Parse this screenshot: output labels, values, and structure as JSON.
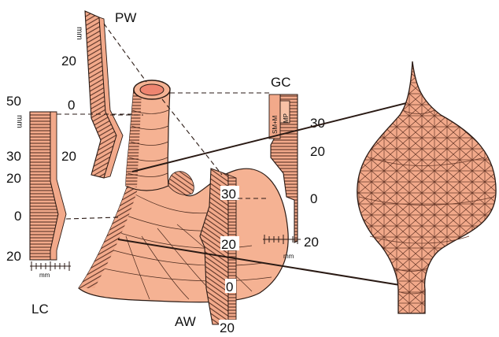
{
  "colors": {
    "tissue": "#f2a98a",
    "tissue_light": "#f7c2a6",
    "lumen": "#ee8570",
    "ink": "#2a1a14",
    "hatch": "#5a3326"
  },
  "labels": {
    "pw": "PW",
    "gc": "GC",
    "lc": "LC",
    "aw": "AW",
    "unit": "mm"
  },
  "scales": {
    "pw": [
      "20",
      "0",
      "20"
    ],
    "lc": [
      "50",
      "30",
      "20",
      "0",
      "20"
    ],
    "gc": [
      "30",
      "20",
      "0",
      "20"
    ],
    "aw": [
      "30",
      "20",
      "0",
      "20"
    ]
  },
  "gc_layers": [
    "SM+M",
    "MP"
  ]
}
